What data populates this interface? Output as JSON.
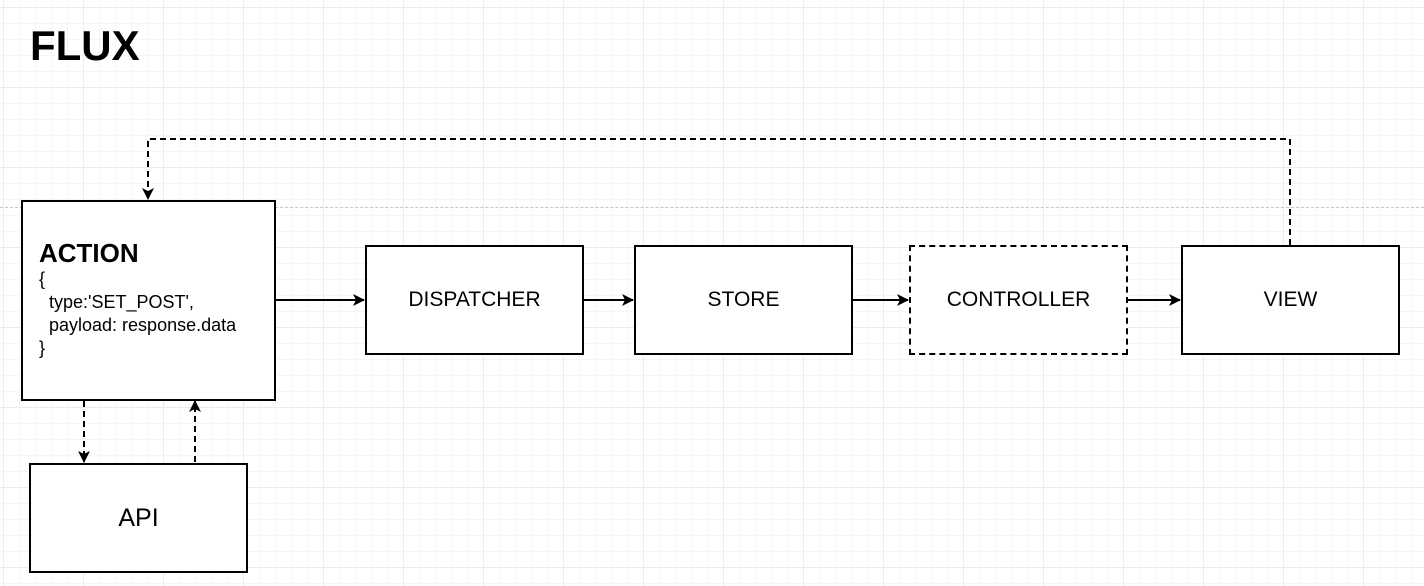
{
  "title": "FLUX",
  "nodes": {
    "action": {
      "title": "ACTION",
      "code_lines": [
        "{",
        "  type:'SET_POST',",
        "  payload: response.data",
        "}"
      ]
    },
    "dispatcher": {
      "label": "DISPATCHER"
    },
    "store": {
      "label": "STORE"
    },
    "controller": {
      "label": "CONTROLLER"
    },
    "view": {
      "label": "VIEW"
    },
    "api": {
      "label": "API"
    }
  },
  "edges": [
    {
      "from": "action",
      "to": "dispatcher",
      "style": "solid"
    },
    {
      "from": "dispatcher",
      "to": "store",
      "style": "solid"
    },
    {
      "from": "store",
      "to": "controller",
      "style": "solid"
    },
    {
      "from": "controller",
      "to": "view",
      "style": "solid"
    },
    {
      "from": "view",
      "to": "action",
      "style": "dashed"
    },
    {
      "from": "action",
      "to": "api",
      "style": "dashed"
    },
    {
      "from": "api",
      "to": "action",
      "style": "dashed"
    }
  ],
  "colors": {
    "stroke": "#000000",
    "background": "#ffffff",
    "grid": "#ececec"
  }
}
